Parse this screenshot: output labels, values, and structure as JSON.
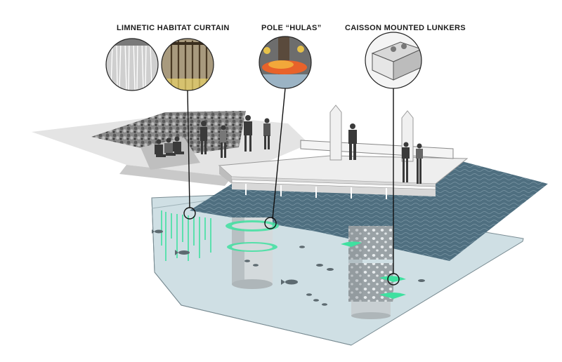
{
  "callouts": {
    "limnetic": {
      "label": "LIMNETIC HABITAT CURTAIN"
    },
    "hulas": {
      "label": "POLE “HULAS”"
    },
    "lunkers": {
      "label": "CAISSON MOUNTED LUNKERS"
    }
  },
  "colors": {
    "water": "#4a6a7c",
    "underwater": "#cfdfe4",
    "habitat_green": "#3fe0a0",
    "deck": "#dcdcdc",
    "ink": "#1c1c1c"
  }
}
